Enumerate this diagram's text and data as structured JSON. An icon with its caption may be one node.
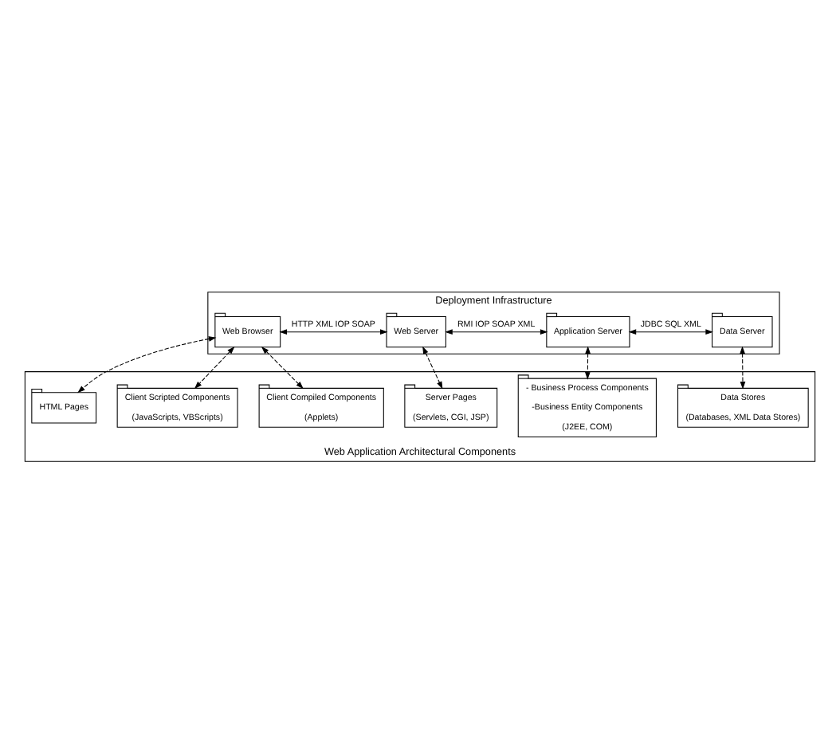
{
  "diagram": {
    "nodes": [
      {
        "text": [
          "Deployment Infrastructure"
        ]
      },
      {
        "text": [
          "Web Browser"
        ],
        "in": 0
      },
      {
        "text": [
          "Web Server"
        ],
        "in": 0
      },
      {
        "text": [
          "Application Server"
        ],
        "in": 0
      },
      {
        "text": [
          "Data Server"
        ],
        "in": 0
      },
      {
        "text": [
          "Web Application Architectural Components"
        ]
      },
      {
        "text": [
          "HTML Pages"
        ],
        "in": 5
      },
      {
        "text": [
          "Client Scripted Components",
          "(JavaScripts, VBScripts)"
        ],
        "in": 5
      },
      {
        "text": [
          "Client Compiled Components",
          "(Applets)"
        ],
        "in": 5
      },
      {
        "text": [
          "Server Pages",
          "(Servlets, CGI, JSP)"
        ],
        "in": 5
      },
      {
        "text": [
          "- Business Process Components",
          "-Business Entity Components",
          "(J2EE, COM)"
        ],
        "in": 5
      },
      {
        "text": [
          "Data Stores",
          "(Databases, XML Data Stores)"
        ],
        "in": 5
      }
    ],
    "edges": [
      {
        "from": 1,
        "to": 2,
        "arrow": "both",
        "label": "HTTP XML IOP SOAP"
      },
      {
        "from": 2,
        "to": 3,
        "arrow": "both",
        "label": "RMI IOP SOAP XML"
      },
      {
        "from": 3,
        "to": 4,
        "arrow": "both",
        "label": "JDBC SQL XML"
      },
      {
        "from": 1,
        "to": 6,
        "arrow": "both",
        "style": "dashed"
      },
      {
        "from": 1,
        "to": 7,
        "arrow": "both",
        "style": "dashed"
      },
      {
        "from": 1,
        "to": 8,
        "arrow": "both",
        "style": "dashed"
      },
      {
        "from": 2,
        "to": 9,
        "arrow": "both",
        "style": "dashed"
      },
      {
        "from": 3,
        "to": 10,
        "arrow": "both",
        "style": "dashed"
      },
      {
        "from": 4,
        "to": 11,
        "arrow": "both",
        "style": "dashed"
      }
    ]
  }
}
